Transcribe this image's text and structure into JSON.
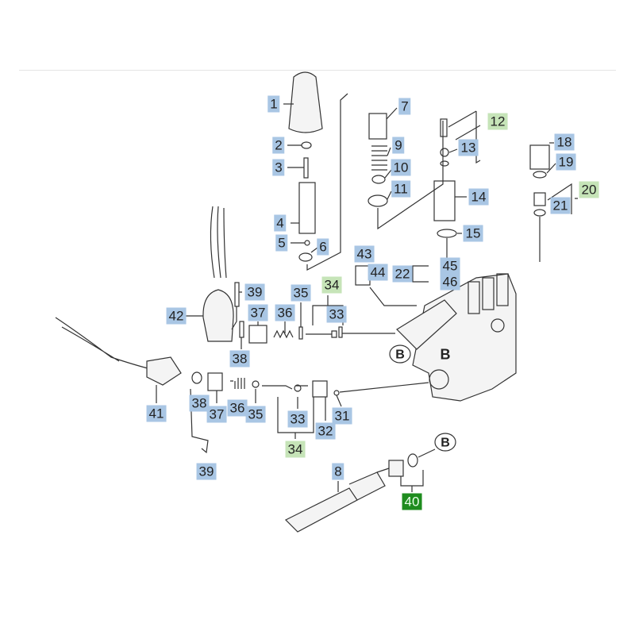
{
  "colors": {
    "part_label": "#a9c6e4",
    "kit_label": "#c6e4b8",
    "highlight_label": "#1e8c1e"
  },
  "connector_letter": "B",
  "labels": [
    {
      "id": "1",
      "kind": "part"
    },
    {
      "id": "2",
      "kind": "part"
    },
    {
      "id": "3",
      "kind": "part"
    },
    {
      "id": "4",
      "kind": "part"
    },
    {
      "id": "5",
      "kind": "part"
    },
    {
      "id": "6",
      "kind": "part"
    },
    {
      "id": "7",
      "kind": "part"
    },
    {
      "id": "8",
      "kind": "part"
    },
    {
      "id": "9",
      "kind": "part"
    },
    {
      "id": "10",
      "kind": "part"
    },
    {
      "id": "11",
      "kind": "part"
    },
    {
      "id": "12",
      "kind": "kit"
    },
    {
      "id": "13",
      "kind": "part"
    },
    {
      "id": "14",
      "kind": "part"
    },
    {
      "id": "15",
      "kind": "part"
    },
    {
      "id": "18",
      "kind": "part"
    },
    {
      "id": "19",
      "kind": "part"
    },
    {
      "id": "20",
      "kind": "kit"
    },
    {
      "id": "21",
      "kind": "part"
    },
    {
      "id": "22",
      "kind": "part"
    },
    {
      "id": "33",
      "kind": "part"
    },
    {
      "id": "34",
      "kind": "kit"
    },
    {
      "id": "35",
      "kind": "part"
    },
    {
      "id": "36",
      "kind": "part"
    },
    {
      "id": "37",
      "kind": "part"
    },
    {
      "id": "38",
      "kind": "part"
    },
    {
      "id": "39",
      "kind": "part"
    },
    {
      "id": "41",
      "kind": "part"
    },
    {
      "id": "42",
      "kind": "part"
    },
    {
      "id": "43",
      "kind": "part"
    },
    {
      "id": "44",
      "kind": "part"
    },
    {
      "id": "45",
      "kind": "part"
    },
    {
      "id": "46",
      "kind": "part"
    },
    {
      "id": "38",
      "kind": "part"
    },
    {
      "id": "37",
      "kind": "part"
    },
    {
      "id": "36",
      "kind": "part"
    },
    {
      "id": "35",
      "kind": "part"
    },
    {
      "id": "33",
      "kind": "part"
    },
    {
      "id": "34",
      "kind": "kit"
    },
    {
      "id": "32",
      "kind": "part"
    },
    {
      "id": "31",
      "kind": "part"
    },
    {
      "id": "39",
      "kind": "part"
    },
    {
      "id": "40",
      "kind": "highlight"
    }
  ]
}
